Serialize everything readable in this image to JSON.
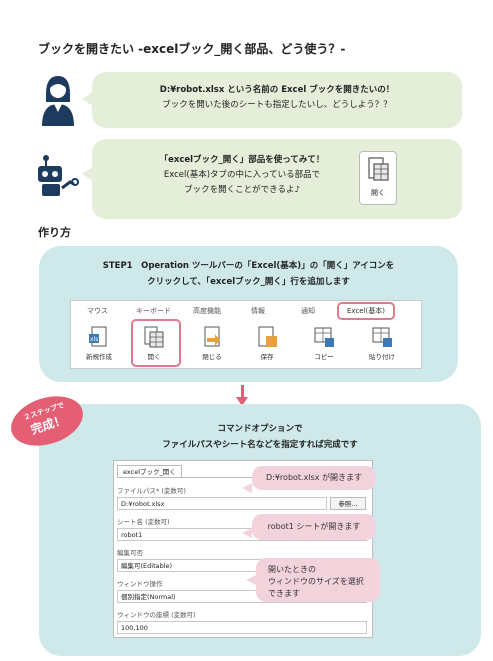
{
  "title": "ブックを開きたい -excelブック_開く部品、どう使う？-",
  "bubble1": {
    "line1": "D:¥robot.xlsx という名前の Excel ブックを開きたいの！",
    "line2": "ブックを開いた後のシートも指定したいし、どうしよう？？"
  },
  "bubble2": {
    "line1": "「excelブック_開く」部品を使ってみて！",
    "line2": "Excel(基本)タブの中に入っている部品で",
    "line3": "ブックを開くことができるよ♪",
    "icon_label": "開く"
  },
  "howto": "作り方",
  "step1": {
    "line1": "STEP1　Operation ツールバーの「Excel(基本)」の「開く」アイコンを",
    "line2": "クリックして、「excelブック_開く」行を追加します"
  },
  "toolbar": {
    "tabs": [
      "マウス",
      "キーボード",
      "高度機能",
      "情報",
      "通知",
      "Excel(基本)"
    ],
    "buttons": [
      {
        "label": "新規作成",
        "icon": "new-book-icon"
      },
      {
        "label": "開く",
        "icon": "open-book-icon"
      },
      {
        "label": "閉じる",
        "icon": "close-book-icon"
      },
      {
        "label": "保存",
        "icon": "save-book-icon"
      },
      {
        "label": "コピー",
        "icon": "copy-icon"
      },
      {
        "label": "貼り付け",
        "icon": "paste-icon"
      }
    ]
  },
  "badge": {
    "line1": "２ステップで",
    "line2": "完成！"
  },
  "step2": {
    "line1": "コマンドオプションで",
    "line2": "ファイルパスやシート名などを指定すれば完成です"
  },
  "form": {
    "tab": "excelブック_開く",
    "file_path_label": "ファイルパス* (変数可)",
    "file_path_value": "D:¥robot.xlsx",
    "browse_label": "参照...",
    "sheet_label": "シート名 (変数可)",
    "sheet_value": "robot1",
    "editable_label": "編集可否",
    "editable_value": "編集可(Editable)",
    "window_label": "ウィンドウ操作",
    "window_value": "個別指定(Normal)",
    "coord_label": "ウィンドウの座標 (変数可)",
    "coord_value": "100,100"
  },
  "callouts": {
    "c1": "D:¥robot.xlsx が開きます",
    "c2": "robot1 シートが開きます",
    "c3_line1": "開いたときの",
    "c3_line2": "ウィンドウのサイズを選択",
    "c3_line3": "できます"
  },
  "colors": {
    "green_bubble": "#e4eed9",
    "blue_panel": "#cfe9ea",
    "accent_pink": "#e45e74",
    "callout_pink": "#f2d3db"
  }
}
